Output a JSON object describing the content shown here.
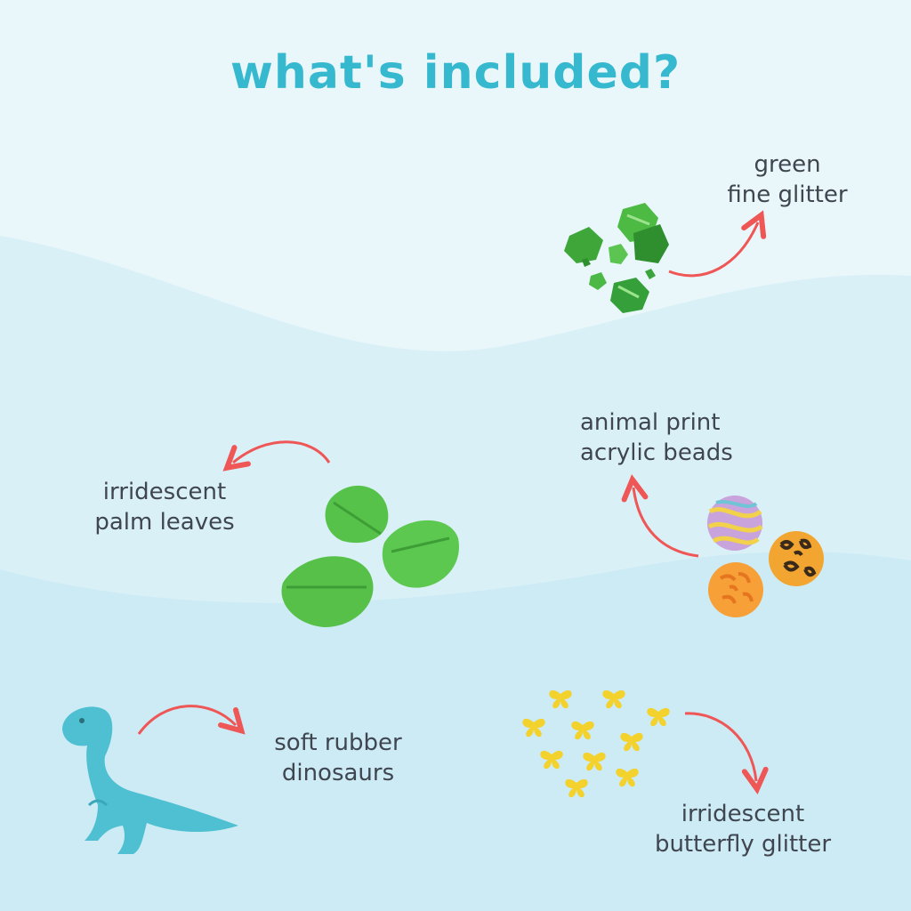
{
  "title": "what's included?",
  "colors": {
    "title": "#36b9cf",
    "arrow": "#ef5656",
    "text": "#3f4650",
    "background": "#e9f7fb"
  },
  "items": [
    {
      "id": "glitter",
      "line1": "green",
      "line2": "fine glitter",
      "icon": "green-glitter-icon"
    },
    {
      "id": "beads",
      "line1": "animal print",
      "line2": "acrylic beads",
      "icon": "beads-icon"
    },
    {
      "id": "leaves",
      "line1": "irridescent",
      "line2": "palm leaves",
      "icon": "palm-leaves-icon"
    },
    {
      "id": "dinos",
      "line1": "soft rubber",
      "line2": "dinosaurs",
      "icon": "dinosaur-icon"
    },
    {
      "id": "butterflies",
      "line1": "irridescent",
      "line2": "butterfly glitter",
      "icon": "butterfly-glitter-icon"
    }
  ]
}
